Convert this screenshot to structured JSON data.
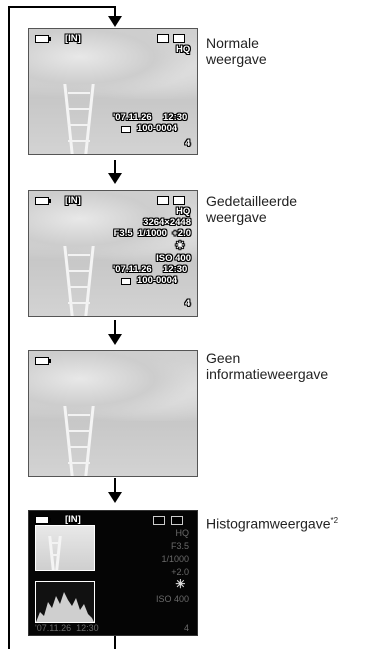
{
  "modes": [
    {
      "label": "Normale weergave",
      "overlay": {
        "memory": "[IN]",
        "quality": "HQ",
        "date": "'07.11.26",
        "time": "12:30",
        "file": "100-0004",
        "frame": "4"
      }
    },
    {
      "label": "Gedetailleerde weergave",
      "overlay": {
        "memory": "[IN]",
        "quality": "HQ",
        "resolution": "3264×2448",
        "exposure": "F3.5  1/1000  +2.0",
        "wb_icon": "sun-icon",
        "iso": "ISO 400",
        "date": "'07.11.26",
        "time": "12:30",
        "file": "100-0004",
        "frame": "4"
      }
    },
    {
      "label": "Geen informatieweergave",
      "overlay": {}
    },
    {
      "label": "Histogramweergave",
      "label_sup": "*2",
      "overlay": {
        "memory": "[IN]",
        "quality": "HQ",
        "aperture": "F3.5",
        "shutter": "1/1000",
        "ev": "+2.0",
        "wb_icon": "sun-icon",
        "iso": "ISO 400",
        "datetime": "'07.11.26  12:30",
        "frame": "4"
      }
    }
  ]
}
